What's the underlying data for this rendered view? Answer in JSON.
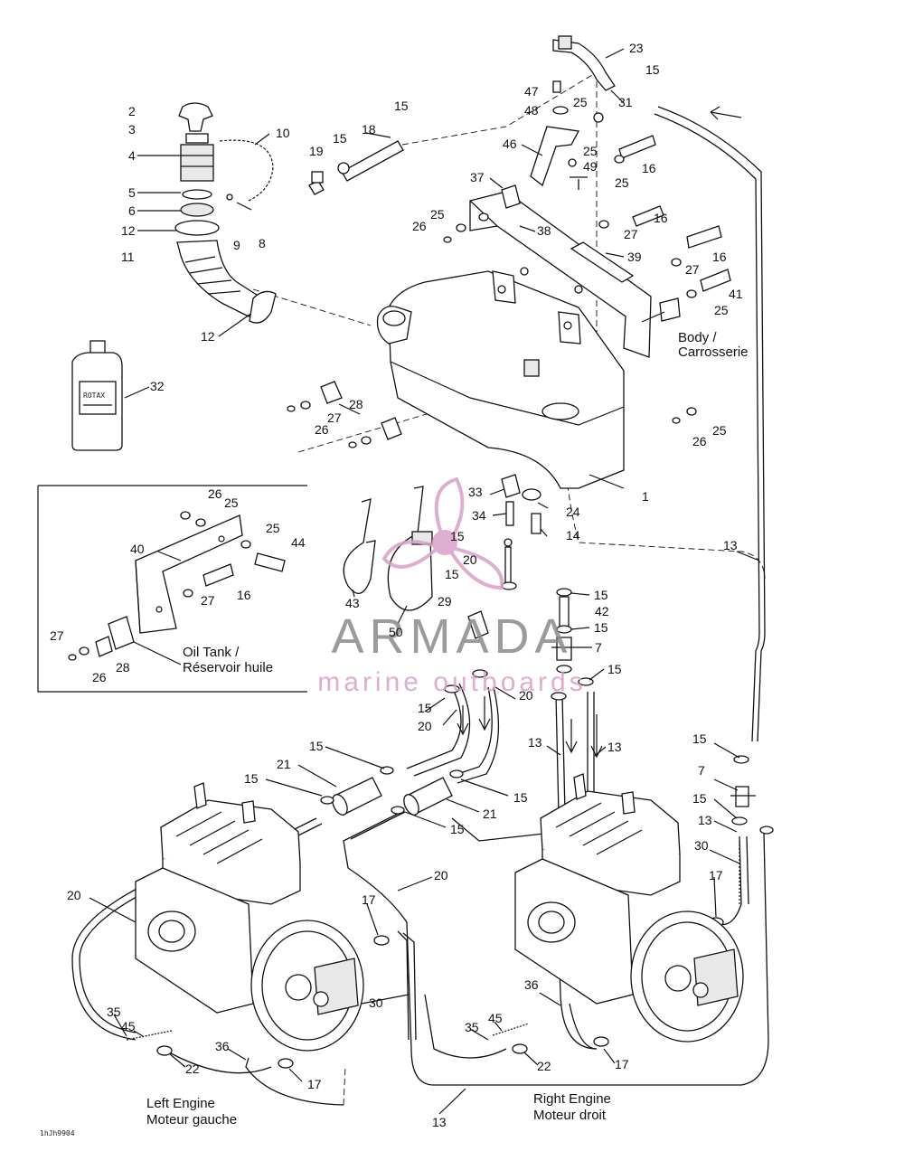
{
  "part_labels": {
    "p2": "2",
    "p3": "3",
    "p4": "4",
    "p5": "5",
    "p6": "6",
    "p12a": "12",
    "p11": "11",
    "p9": "9",
    "p8": "8",
    "p10": "10",
    "p12b": "12",
    "p19": "19",
    "p15a": "15",
    "p18": "18",
    "p15b": "15",
    "p23": "23",
    "p15c": "15",
    "p31": "31",
    "p47": "47",
    "p48": "48",
    "p25a": "25",
    "p46": "46",
    "p25b": "25",
    "p49": "49",
    "p25c": "25",
    "p16a": "16",
    "p37": "37",
    "p25d": "25",
    "p26a": "26",
    "p38": "38",
    "p16b": "16",
    "p27a": "27",
    "p39": "39",
    "p16c": "16",
    "p27b": "27",
    "p41": "41",
    "p25e": "25",
    "p32": "32",
    "p28a": "28",
    "p27c": "27",
    "p26b": "26",
    "p25f": "25",
    "p26c": "26",
    "p1": "1",
    "p33": "33",
    "p24": "24",
    "p34": "34",
    "p14": "14",
    "p15d": "15",
    "p20a": "20",
    "p15e": "15",
    "p13a": "13",
    "p15f": "15",
    "p42": "42",
    "p15g": "15",
    "p29": "29",
    "p7a": "7",
    "p43": "43",
    "p50": "50",
    "p15h": "15",
    "p15i": "15",
    "p20b": "20",
    "p20c": "20",
    "p13b": "13",
    "p13c": "13",
    "p26d": "26",
    "p25g": "25",
    "p25h": "25",
    "p40": "40",
    "p44": "44",
    "p16d": "16",
    "p27d": "27",
    "p27e": "27",
    "p28b": "28",
    "p26e": "26",
    "p15j": "15",
    "p21a": "21",
    "p15k": "15",
    "p15l": "15",
    "p21b": "21",
    "p15m": "15",
    "p15n": "15",
    "p7b": "7",
    "p15o": "15",
    "p13d": "13",
    "p30a": "30",
    "p17a": "17",
    "p20d": "20",
    "p20e": "20",
    "p17b": "17",
    "p30b": "30",
    "p36a": "36",
    "p35a": "35",
    "p45a": "45",
    "p22a": "22",
    "p36b": "36",
    "p17c": "17",
    "p35b": "35",
    "p45b": "45",
    "p22b": "22",
    "p17d": "17",
    "p13e": "13"
  },
  "captions": {
    "body_en": "Body /",
    "body_fr": "Carrosserie",
    "oil_tank_en": "Oil Tank /",
    "oil_tank_fr": "Réservoir huile",
    "left_engine_en": "Left Engine",
    "left_engine_fr": "Moteur gauche",
    "right_engine_en": "Right Engine",
    "right_engine_fr": "Moteur droit",
    "drawing_code": "1hJh9904"
  },
  "bottle": {
    "brand": "ROTAX"
  },
  "watermark": {
    "brand": "ARMADA",
    "tagline": "marine outboards",
    "accent": "#d9a0c8",
    "text_color": "#8a8a8a"
  },
  "colors": {
    "line": "#111111",
    "background": "#ffffff"
  }
}
